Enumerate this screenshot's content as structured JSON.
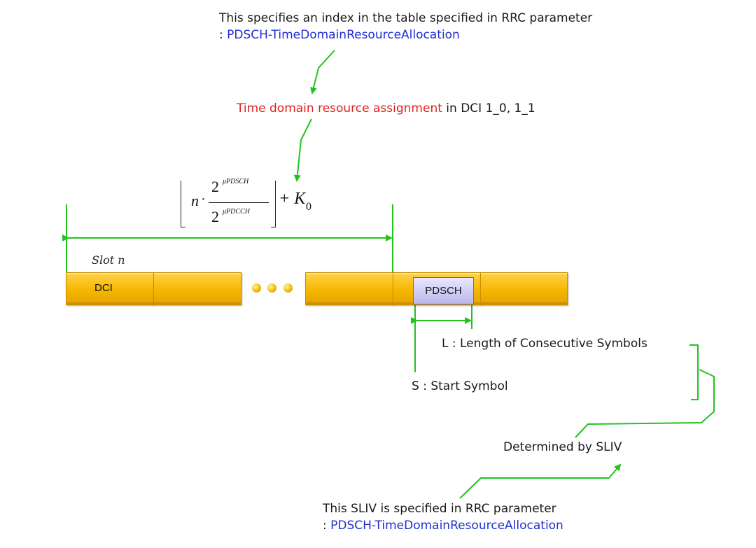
{
  "top_note": {
    "line1": "This specifies an index in the table specified in RRC parameter",
    "prefix": ": ",
    "param": "PDSCH-TimeDomainResourceAllocation"
  },
  "field": {
    "name": "Time domain resource assignment",
    "suffix": " in DCI 1_0, 1_1"
  },
  "formula": {
    "n": "n",
    "base": "2",
    "num_exp": "μPDSCH",
    "den_exp": "μPDCCH",
    "plus_k": "+ K",
    "k_sub": "0"
  },
  "slot_label": "Slot n",
  "dci_label": "DCI",
  "pdsch_label": "PDSCH",
  "length_label": "L : Length of Consecutive Symbols",
  "start_label": "S : Start Symbol",
  "sliv_label": "Determined by SLIV",
  "bottom_note": {
    "line1": "This SLIV is specified in RRC parameter",
    "prefix": ": ",
    "param": "PDSCH-TimeDomainResourceAllocation"
  },
  "colors": {
    "arrow_green": "#22c31e",
    "param_blue": "#1f2fd0",
    "field_red": "#e02020",
    "slot_gold": "#f5b700",
    "pdsch_lavender": "#c9c4f0"
  }
}
